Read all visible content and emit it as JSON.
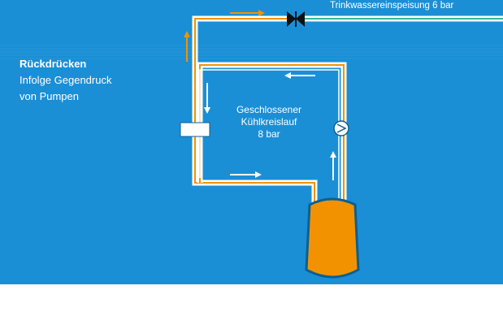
{
  "headline": {
    "title": "Rückdrücken",
    "line1": "Infolge Gegendruck",
    "line2": "von Pumpen"
  },
  "supply_label": "Trinkwassereinspeisung 6 bar",
  "circuit": {
    "line1": "Geschlossener",
    "line2": "Kühlkreislauf",
    "line3": "8 bar"
  },
  "colors": {
    "background": "#1a8fd6",
    "pipe_outline": "#ffffff",
    "pipe_core": "#f39200",
    "tank_fill": "#f39200",
    "tank_outline": "#0d5f91",
    "flow_arrow_white": "#ffffff",
    "flow_arrow_orange": "#f39200",
    "supply_pipe_core": "#2fb99c",
    "valve": "#111111"
  },
  "icons": [
    "check-valve-icon",
    "pump-icon",
    "heat-exchanger-icon",
    "tank-icon",
    "flow-arrow-icon"
  ]
}
